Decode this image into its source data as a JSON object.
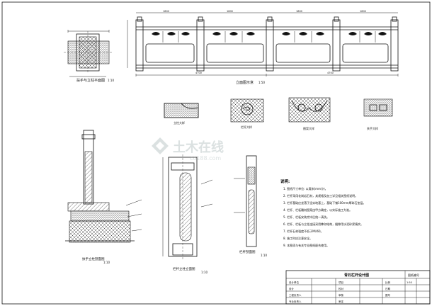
{
  "views": {
    "plan_small": {
      "title": "扶手与立柱平面图",
      "scale": "1:10"
    },
    "elevation": {
      "title": "立面图示意",
      "scale": "1:50"
    },
    "details": [
      {
        "title": "立柱大样",
        "scale": ""
      },
      {
        "title": "栏杆大样",
        "scale": ""
      },
      {
        "title": "图案大样",
        "scale": ""
      },
      {
        "title": "扶手大样",
        "scale": ""
      }
    ],
    "post_section": {
      "title": "扶手立柱剖面图",
      "scale": "1:10"
    },
    "post_elevation": {
      "title": "栏杆立柱立面图",
      "scale": "1:10"
    },
    "post_sections2": {
      "title": "栏杆剖面图",
      "scale": "1:10"
    },
    "dims": [
      "1800",
      "1800",
      "1800",
      "1800",
      "4700",
      "4700"
    ]
  },
  "notes": {
    "heading": "说明:",
    "items": [
      "1. 图纸尺寸单位: 以毫米(mm)计。",
      "2. 栏杆采用花岗岩石材，其规格及加工详见相关图纸说明。",
      "3. 栏杆基础应坐落于坚实地基上，基础下铺100mm厚碎石垫层。",
      "4. 栏杆、栏板雕刻图案由甲方确定，以实际施工为准。",
      "5. 栏杆、栏板安装完毕后统一清洗。",
      "6. 栏杆、栏板与立柱连接采用榫卯结构，缝隙用水泥砂浆填实。",
      "7. 栏杆石材强度不低于MU60。",
      "8. 施工时应注意安全。",
      "9. 本图须与有关专业图纸配合使用。"
    ]
  },
  "title_block": {
    "project": "青石栏杆设计图",
    "drawing_no_label": "图纸编号",
    "rows": [
      [
        "设计单位",
        "",
        "项目",
        "",
        "比例",
        "1:50"
      ],
      [
        "设计",
        "",
        "校对",
        "",
        "日期",
        ""
      ],
      [
        "工程负责人",
        "",
        "审核",
        "",
        "图号",
        ""
      ],
      [
        "专业负责人",
        "",
        "审定",
        "",
        "",
        ""
      ]
    ]
  },
  "watermark": {
    "brand": "土木在线",
    "site": "co188.com"
  }
}
